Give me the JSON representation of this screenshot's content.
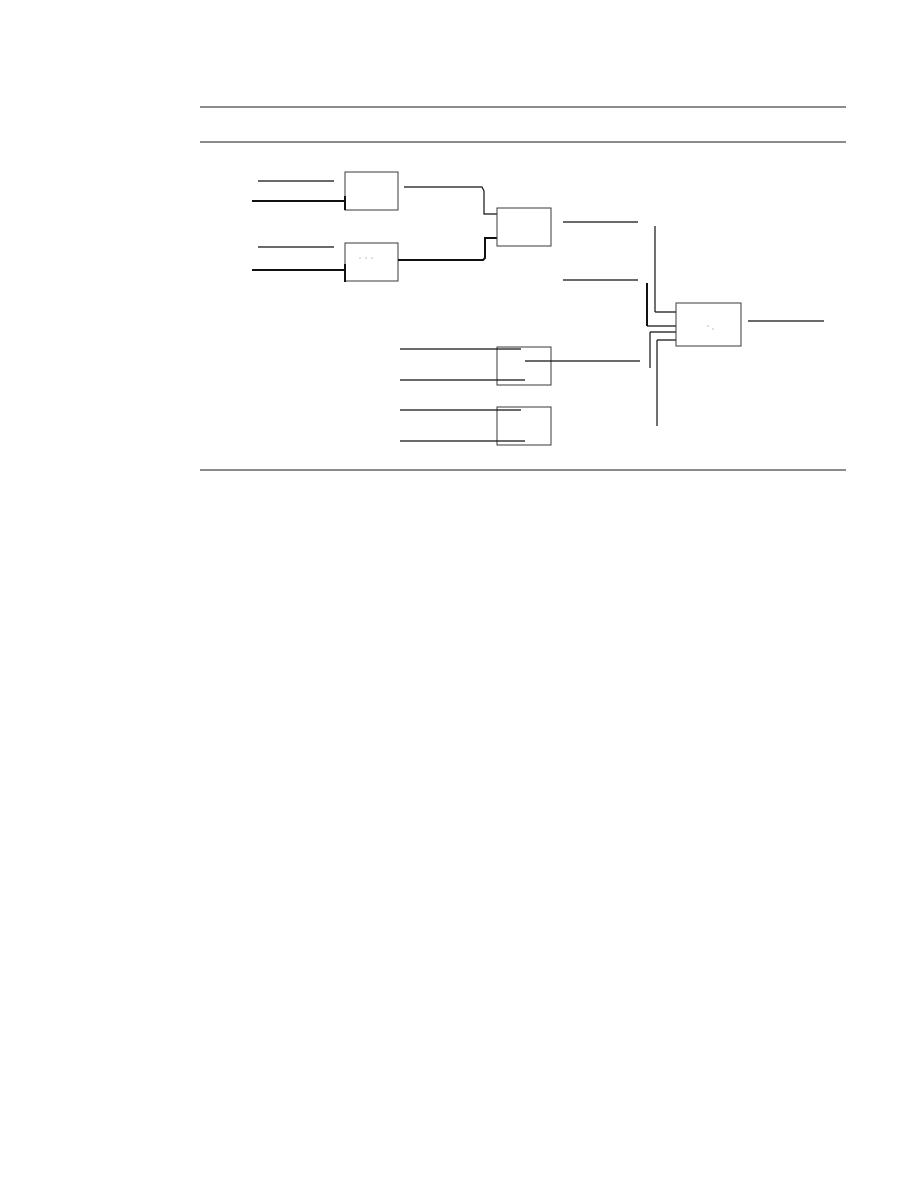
{
  "figure": {
    "caption": "",
    "gates": [
      {
        "id": "gate-1a",
        "label": ""
      },
      {
        "id": "gate-1b",
        "label": ""
      },
      {
        "id": "gate-2",
        "label": ""
      },
      {
        "id": "gate-3",
        "label": ""
      },
      {
        "id": "gate-4",
        "label": ""
      },
      {
        "id": "gate-5",
        "label": ""
      }
    ]
  },
  "colors": {
    "line": "#111111",
    "box_border": "#3a3a3a",
    "background": "#ffffff"
  }
}
